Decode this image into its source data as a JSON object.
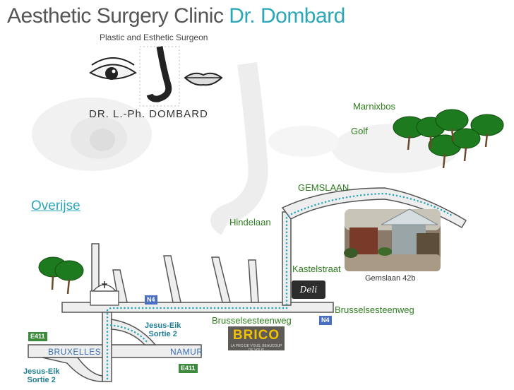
{
  "header": {
    "title_main": "Aesthetic Surgery Clinic ",
    "title_accent": "Dr. Dombard",
    "subtitle": "Plastic and Esthetic Surgeon",
    "logo_name": "DR. L.-Ph. DOMBARD"
  },
  "map": {
    "place_link": "Overijse",
    "labels": {
      "marnixbos": "Marnixbos",
      "golf": "Golf",
      "gemslaan": "GEMSLAAN",
      "hindelaan": "Hindelaan",
      "kastelstraat": "Kastelstraat",
      "brusselsesteenweg_right": "Brusselsesteenweg",
      "brusselsesteenweg_mid": "Brusselsesteenweg",
      "photo_caption": "Gemslaan 42b",
      "jesus_eik_exit_top_line1": "Jesus-Eik",
      "jesus_eik_exit_top_line2": "Sortie 2",
      "jesus_eik_exit_bottom_line1": "Jesus-Eik",
      "jesus_eik_exit_bottom_line2": "Sortie 2",
      "bruxelles": "BRUXELLES",
      "namur": "NAMUR"
    },
    "route_badges": {
      "n4_top": "N4",
      "n4_bottom": "N4",
      "e411_left": "E411",
      "e411_right": "E411"
    },
    "logos": {
      "deli": "Deli",
      "brico": "BRICO",
      "brico_sub": "LA PRO DE VOUS, BEAUCOUP DE VOUS"
    },
    "colors": {
      "road": "#d0d0d0",
      "route_dots": "#2aa7b8",
      "tree_green": "#1e7a1e"
    }
  }
}
